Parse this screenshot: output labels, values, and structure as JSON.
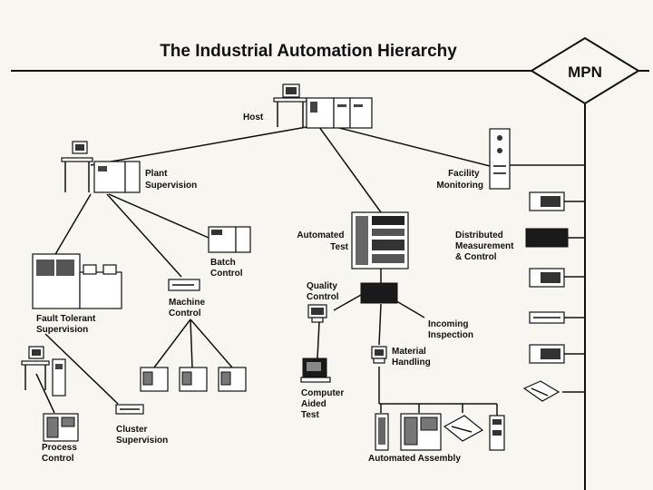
{
  "title": "The Industrial Automation Hierarchy",
  "badge": "MPN",
  "nodes": {
    "host": "Host",
    "plant_supervision": [
      "Plant",
      "Supervision"
    ],
    "facility_monitoring": [
      "Facility",
      "Monitoring"
    ],
    "batch_control": [
      "Batch",
      "Control"
    ],
    "machine_control": [
      "Machine",
      "Control"
    ],
    "fault_tolerant": [
      "Fault Tolerant",
      "Supervision"
    ],
    "automated_test": [
      "Automated",
      "Test"
    ],
    "quality_control": [
      "Quality",
      "Control"
    ],
    "incoming_inspection": [
      "Incoming",
      "Inspection"
    ],
    "material_handling": [
      "Material",
      "Handling"
    ],
    "computer_aided_test": [
      "Computer",
      "Aided",
      "Test"
    ],
    "distributed": [
      "Distributed",
      "Measurement",
      "& Control"
    ],
    "cluster_supervision": [
      "Cluster",
      "Supervision"
    ],
    "process_control": [
      "Process",
      "Control"
    ],
    "automated_assembly": "Automated Assembly"
  }
}
